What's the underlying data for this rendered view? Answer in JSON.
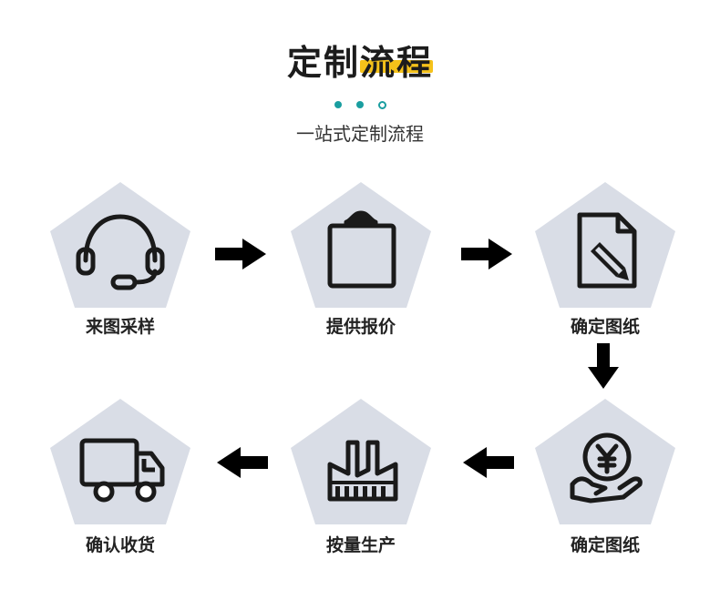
{
  "header": {
    "title": "定制流程",
    "subtitle": "一站式定制流程"
  },
  "colors": {
    "pentagon": "#d9dde6",
    "highlight": "#f5c21a",
    "dot": "#1a9ea0",
    "icon": "#1a1a1a"
  },
  "steps": [
    {
      "label": "来图采样",
      "icon": "headset-icon"
    },
    {
      "label": "提供报价",
      "icon": "clipboard-icon"
    },
    {
      "label": "确定图纸",
      "icon": "document-edit-icon"
    },
    {
      "label": "确定图纸",
      "icon": "yuan-hand-icon"
    },
    {
      "label": "按量生产",
      "icon": "factory-icon"
    },
    {
      "label": "确认收货",
      "icon": "truck-icon"
    }
  ]
}
